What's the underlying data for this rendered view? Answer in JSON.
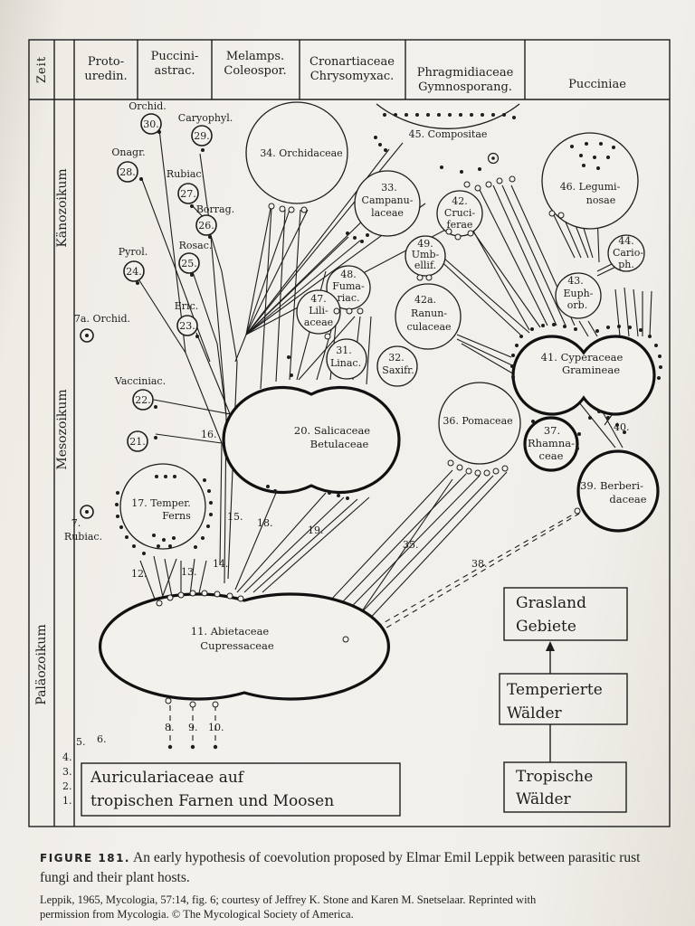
{
  "header": {
    "zeit": "Zeit",
    "columns": [
      {
        "l1": "Proto-",
        "l2": "uredin."
      },
      {
        "l1": "Puccini-",
        "l2": "astrac."
      },
      {
        "l1": "Melamps.",
        "l2": "Coleospor."
      },
      {
        "l1": "Cronartiaceae",
        "l2": "Chrysomyxac."
      },
      {
        "l1": "Phragmidiaceae",
        "l2": "Gymnosporang."
      },
      {
        "l1": "Pucciniae",
        "l2": ""
      }
    ]
  },
  "eras": {
    "kaenozoikum": "Känozoikum",
    "mesozoikum": "Mesozoikum",
    "palaeozoikum": "Paläozoikum"
  },
  "nodes": {
    "n30": {
      "num": "30.",
      "label": "Orchid."
    },
    "n29": {
      "num": "29.",
      "label": "Caryophyl."
    },
    "n28": {
      "num": "28.",
      "label": "Onagr."
    },
    "n27": {
      "num": "27.",
      "label": "Rubiac."
    },
    "n26": {
      "num": "26.",
      "label": "Borrag."
    },
    "n25": {
      "num": "25.",
      "label": "Rosac."
    },
    "n24": {
      "num": "24.",
      "label": "Pyrol."
    },
    "n23": {
      "num": "23.",
      "label": "Eric."
    },
    "n22": {
      "num": "22.",
      "label": "Vacciniac."
    },
    "n21": {
      "num": "21.",
      "label": ""
    },
    "n7a": {
      "label": "7a. Orchid."
    },
    "n7": {
      "num": "7.",
      "label": "Rubiac."
    },
    "n34": {
      "label": "34. Orchidaceae"
    },
    "n45": {
      "label": "45. Compositae"
    },
    "n33": {
      "l1": "33.",
      "l2": "Campanu-",
      "l3": "laceae"
    },
    "n42": {
      "l1": "42.",
      "l2": "Cruci-",
      "l3": "ferae"
    },
    "n46": {
      "l1": "46. Legumi-",
      "l2": "nosae"
    },
    "n49": {
      "l1": "49.",
      "l2": "Umb-",
      "l3": "ellif."
    },
    "n44": {
      "l1": "44.",
      "l2": "Cario-",
      "l3": "ph."
    },
    "n48": {
      "l1": "48.",
      "l2": "Fuma-",
      "l3": "riac."
    },
    "n47": {
      "l1": "47.",
      "l2": "Lili-",
      "l3": "aceae"
    },
    "n42a": {
      "l1": "42a.",
      "l2": "Ranun-",
      "l3": "culaceae"
    },
    "n43": {
      "l1": "43.",
      "l2": "Euph-",
      "l3": "orb."
    },
    "n31": {
      "l1": "31.",
      "l2": "Linac."
    },
    "n32": {
      "l1": "32.",
      "l2": "Saxifr."
    },
    "n41": {
      "l1": "41. Cyperaceae",
      "l2": "Gramineae"
    },
    "n20": {
      "l1": "20. Salicaceae",
      "l2": "Betulaceae"
    },
    "n36": {
      "label": "36. Pomaceae"
    },
    "n37": {
      "l1": "37.",
      "l2": "Rhamna-",
      "l3": "ceae"
    },
    "n39": {
      "l1": "39. Berberi-",
      "l2": "daceae"
    },
    "n17": {
      "l1": "17. Temper.",
      "l2": "Ferns"
    },
    "n11": {
      "l1": "11. Abietaceae",
      "l2": "Cupressaceae"
    }
  },
  "branch_labels": {
    "b16": "16.",
    "b15": "15.",
    "b18": "18.",
    "b19": "19.",
    "b14": "14.",
    "b12": "12.",
    "b13": "13.",
    "b35": "35.",
    "b38": "38.",
    "b40": "40.",
    "b8": "8.",
    "b9": "9.",
    "b10": "10.",
    "b5": "5.",
    "b6": "6.",
    "b4": "4.",
    "b3": "3.",
    "b2": "2.",
    "b1": "1."
  },
  "boxes": {
    "auric_l1": "Auriculariaceae auf",
    "auric_l2": "tropischen Farnen und Moosen",
    "grasland_l1": "Grasland",
    "grasland_l2": "Gebiete",
    "temper_l1": "Temperierte",
    "temper_l2": "Wälder",
    "tropische_l1": "Tropische",
    "tropische_l2": "Wälder"
  },
  "caption": {
    "figure_label": "FIGURE 181.",
    "text": "An early hypothesis of coevolution proposed by Elmar Emil Leppik between parasitic rust fungi and their plant hosts.",
    "source": "Leppik, 1965, Mycologia, 57:14, fig. 6; courtesy of Jeffrey K. Stone and Karen M. Snetselaar. Reprinted with permission from Mycologia. © The Mycological Society of America."
  }
}
